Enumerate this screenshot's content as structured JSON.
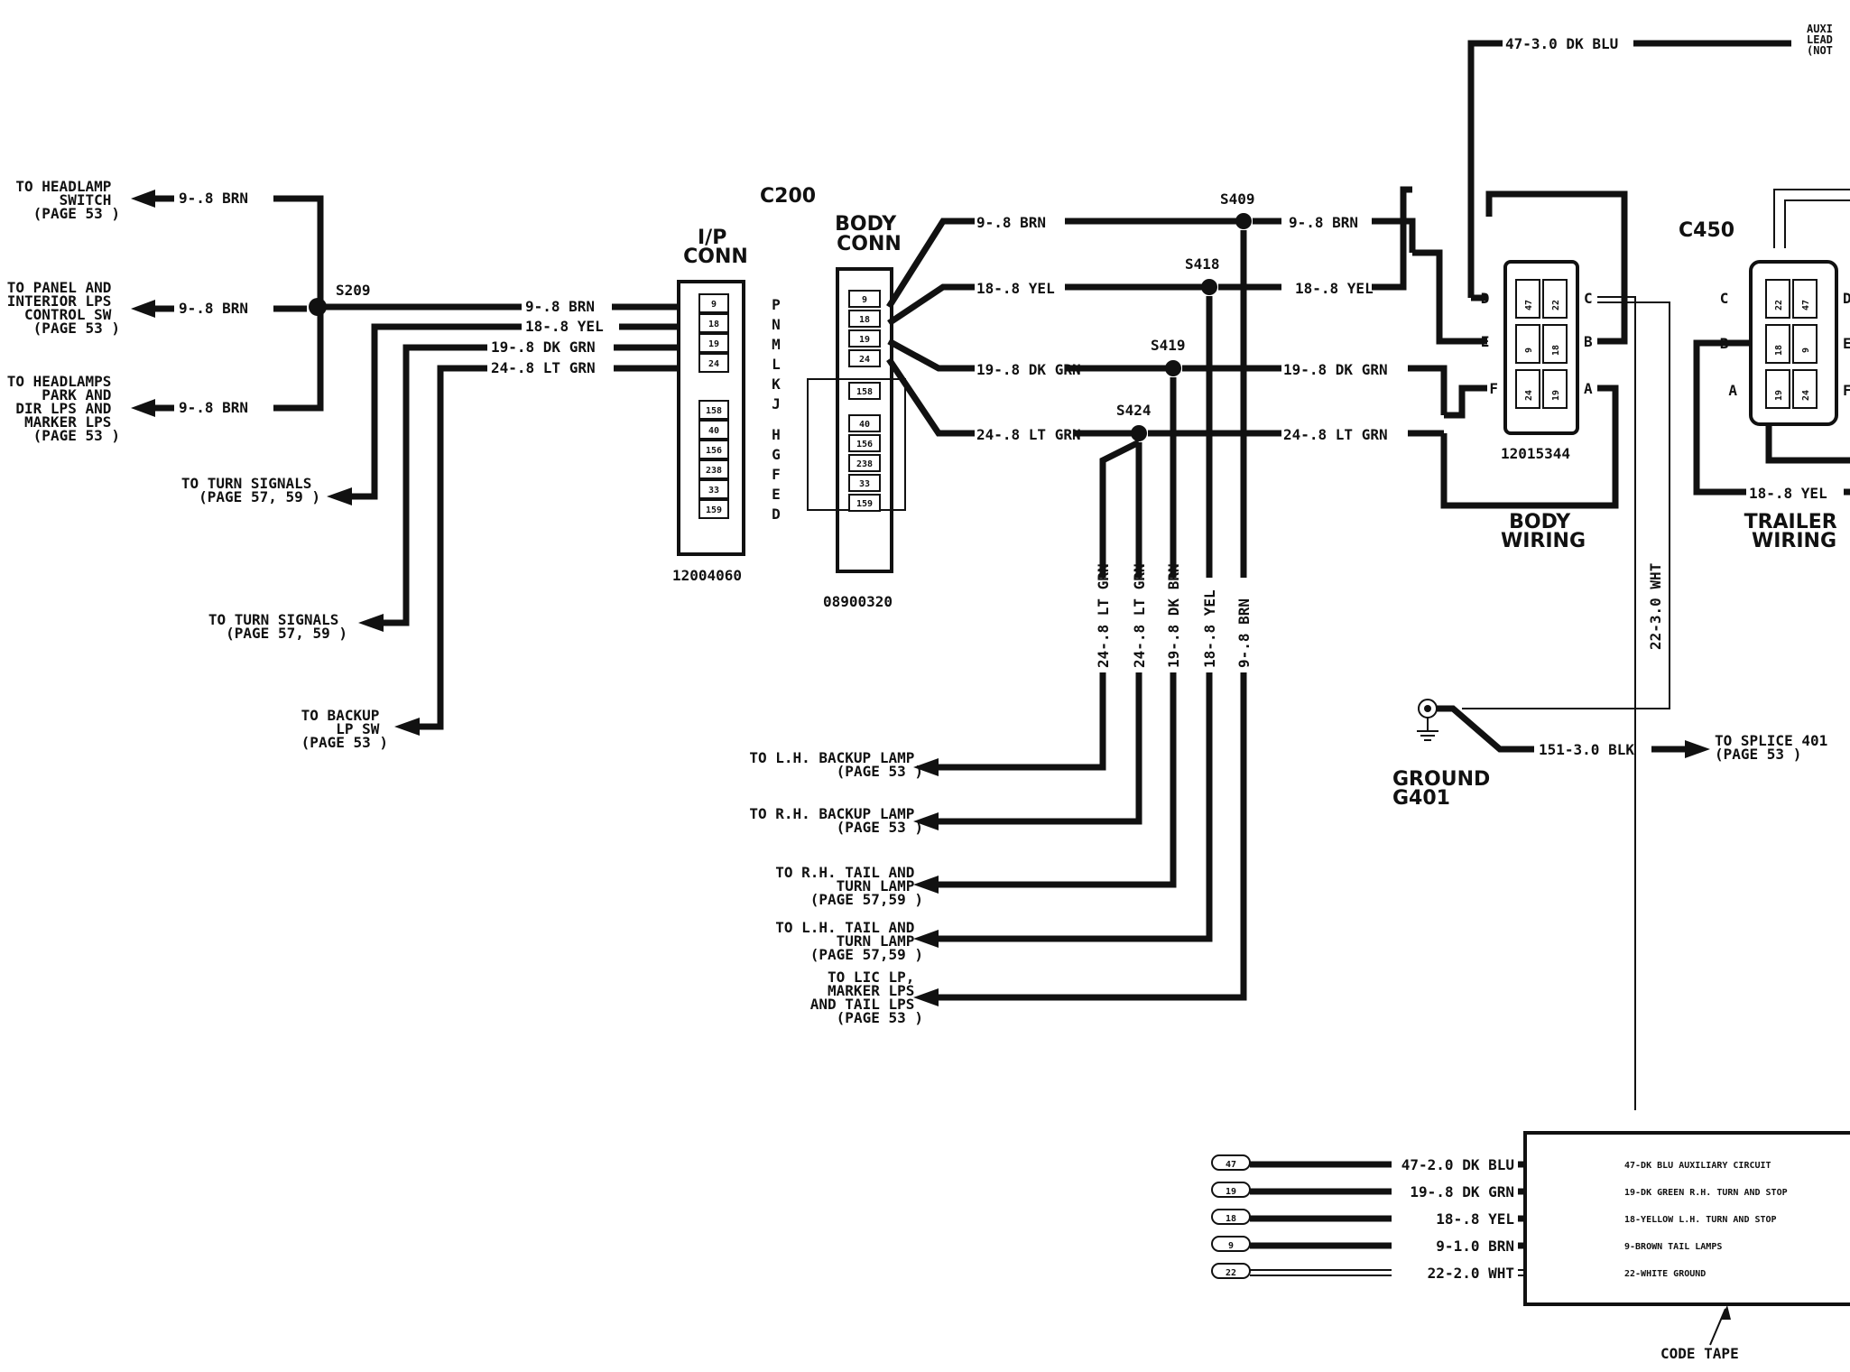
{
  "left_destinations": {
    "headlamp_switch": [
      "TO HEADLAMP",
      "SWITCH",
      "(PAGE 53 )"
    ],
    "panel_lps": [
      "TO PANEL AND",
      "INTERIOR LPS",
      "CONTROL SW",
      "(PAGE 53 )"
    ],
    "headlamps_park": [
      "TO HEADLAMPS",
      "PARK AND",
      "DIR LPS AND",
      "MARKER LPS",
      "(PAGE 53 )"
    ],
    "turn_signals_1": [
      "TO TURN SIGNALS",
      "(PAGE 57, 59 )"
    ],
    "turn_signals_2": [
      "TO TURN SIGNALS",
      "(PAGE 57, 59 )"
    ],
    "backup_sw": [
      "TO BACKUP",
      "LP SW",
      "(PAGE 53 )"
    ]
  },
  "left_wires": {
    "brn_1": "9-.8 BRN",
    "brn_2": "9-.8 BRN",
    "brn_3": "9-.8 BRN",
    "brn_4": "9-.8 BRN",
    "yel": "18-.8 YEL",
    "dkgrn": "19-.8 DK GRN",
    "ltgrn": "24-.8 LT GRN"
  },
  "splice_left": "S209",
  "c200": {
    "id": "C200",
    "ip_title": [
      "I/P",
      "CONN"
    ],
    "ip_part": "12004060",
    "ip_pins": [
      "9",
      "18",
      "19",
      "24",
      "",
      "158",
      "40",
      "156",
      "238",
      "33",
      "159"
    ],
    "letters": [
      "P",
      "N",
      "M",
      "L",
      "K",
      "J",
      "",
      "H",
      "G",
      "F",
      "E",
      "D"
    ],
    "body_title": [
      "BODY",
      "CONN"
    ],
    "body_part": "08900320",
    "body_pins": [
      "",
      "9",
      "18",
      "19",
      "24",
      "",
      "158",
      "",
      "40",
      "156",
      "238",
      "33",
      "159"
    ]
  },
  "splices": {
    "s409": "S409",
    "s418": "S418",
    "s419": "S419",
    "s424": "S424"
  },
  "mid_wires": {
    "brn": "9-.8 BRN",
    "yel": "18-.8 YEL",
    "dkgrn": "19-.8 DK GRN",
    "ltgrn": "24-.8 LT GRN",
    "brn_r": "9-.8 BRN",
    "yel_r": "18-.8 YEL",
    "dkgrn_r": "19-.8 DK GRN",
    "ltgrn_r": "24-.8 LT GRN"
  },
  "vertical_wires": [
    "24-.8 LT GRN",
    "24-.8 LT GRN",
    "19-.8 DK BRN",
    "18-.8 YEL",
    "9-.8 BRN"
  ],
  "bottom_destinations": {
    "lh_backup": [
      "TO L.H. BACKUP LAMP",
      "(PAGE 53 )"
    ],
    "rh_backup": [
      "TO R.H. BACKUP LAMP",
      "(PAGE 53 )"
    ],
    "rh_tail": [
      "TO R.H. TAIL AND",
      "TURN LAMP",
      "(PAGE 57,59 )"
    ],
    "lh_tail": [
      "TO L.H. TAIL AND",
      "TURN LAMP",
      "(PAGE 57,59 )"
    ],
    "lic": [
      "TO LIC LP,",
      "MARKER LPS",
      "AND TAIL LPS",
      "(PAGE 53 )"
    ]
  },
  "body_wiring": {
    "top_wire": "47-3.0 DK BLU",
    "aux_label": [
      "AUXI",
      "LEAD",
      "(NOT"
    ],
    "pins_left": [
      "D",
      "E",
      "F"
    ],
    "pins_right": [
      "C",
      "B",
      "A"
    ],
    "cells": [
      "47",
      "22",
      "9",
      "18",
      "24",
      "19"
    ],
    "part": "12015344",
    "title": [
      "BODY",
      "WIRING"
    ],
    "wht_wire": "22-3.0 WHT"
  },
  "c450": {
    "id": "C450",
    "pins_left": [
      "C",
      "B",
      "A"
    ],
    "pins_right": [
      "D",
      "E",
      "F"
    ],
    "cells": [
      "22",
      "47",
      "18",
      "9",
      "19",
      "24"
    ],
    "yel_wire": "18-.8 YEL",
    "title": [
      "TRAILER",
      "WIRING"
    ]
  },
  "ground": {
    "wire": "151-3.0 BLK",
    "dest": [
      "TO SPLICE 401",
      "(PAGE 53 )"
    ],
    "title": [
      "GROUND",
      "G401"
    ]
  },
  "code_tape": {
    "rows": [
      {
        "tag": "47",
        "wire": "47-2.0 DK BLU",
        "desc": "47-DK BLU AUXILIARY CIRCUIT"
      },
      {
        "tag": "19",
        "wire": "19-.8 DK GRN",
        "desc": "19-DK GREEN R.H. TURN AND STOP"
      },
      {
        "tag": "18",
        "wire": "18-.8 YEL",
        "desc": "18-YELLOW L.H. TURN AND STOP"
      },
      {
        "tag": "9",
        "wire": "9-1.0 BRN",
        "desc": "9-BROWN TAIL LAMPS"
      },
      {
        "tag": "22",
        "wire": "22-2.0 WHT",
        "desc": "22-WHITE GROUND"
      }
    ],
    "caption": "CODE TAPE"
  }
}
